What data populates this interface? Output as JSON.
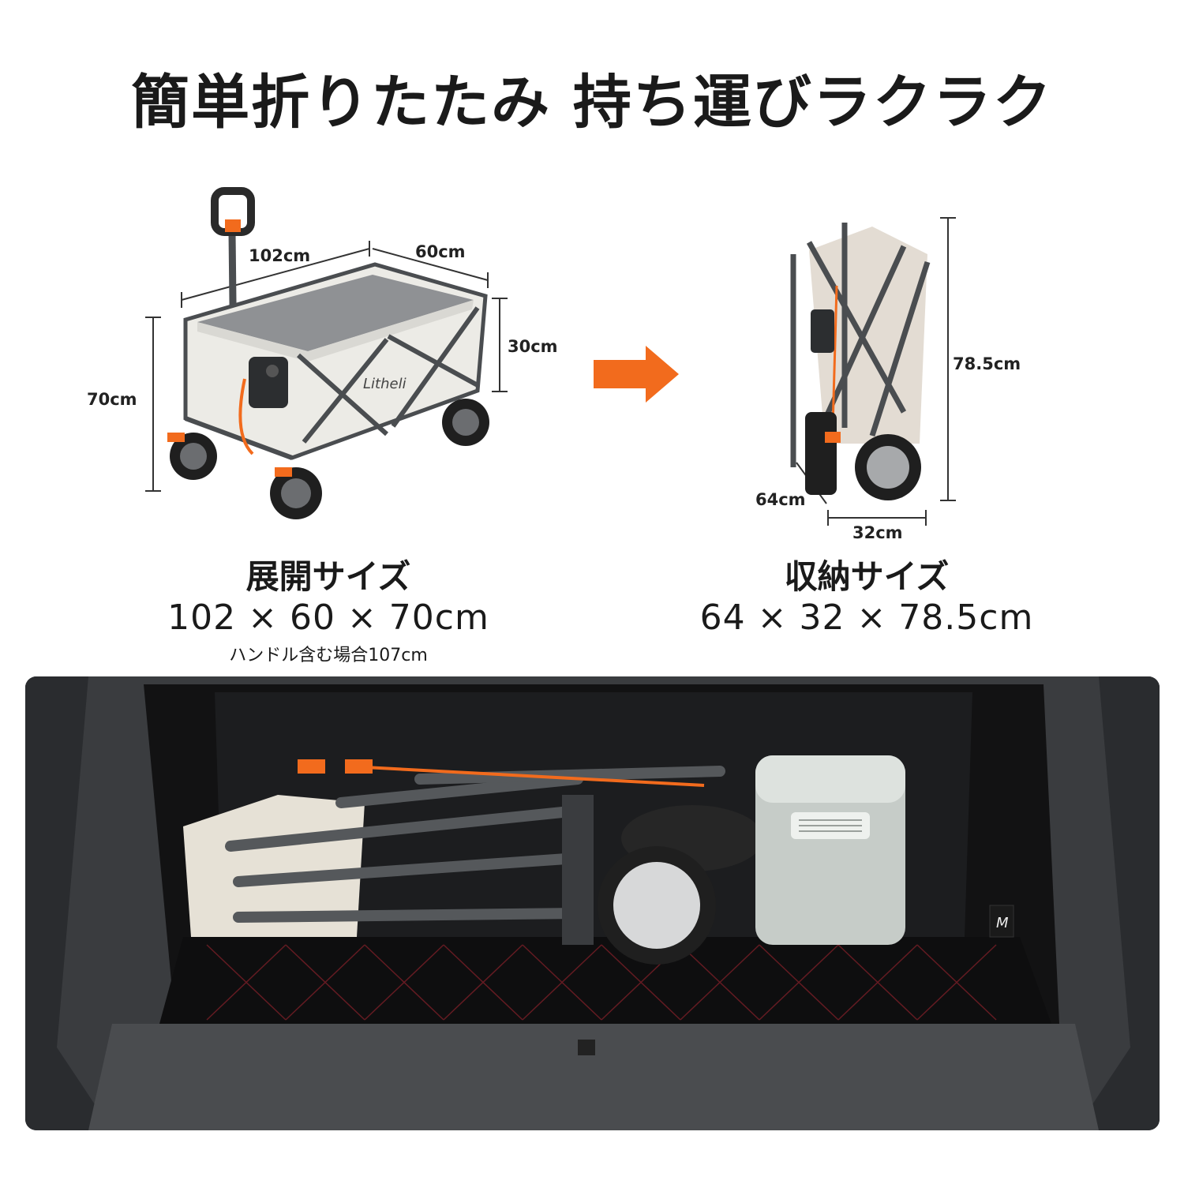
{
  "headline": "簡単折りたたみ  持ち運びラクラク",
  "expanded": {
    "dims": {
      "length": "102cm",
      "width": "60cm",
      "depth": "30cm",
      "height": "70cm"
    },
    "title": "展開サイズ",
    "size": "102 × 60 × 70cm",
    "note": "ハンドル含む場合107cm",
    "brand": "Litheli"
  },
  "folded": {
    "dims": {
      "height": "78.5cm",
      "depth": "64cm",
      "width": "32cm"
    },
    "title": "収納サイズ",
    "size": "64 × 32 × 78.5cm"
  },
  "trunk_badge": "M",
  "colors": {
    "accent": "#f26b1d",
    "frame": "#4a4d50",
    "fabric": "#ecebe6",
    "text": "#1a1a1a"
  },
  "icons": {
    "arrow": "arrow-right-icon"
  }
}
